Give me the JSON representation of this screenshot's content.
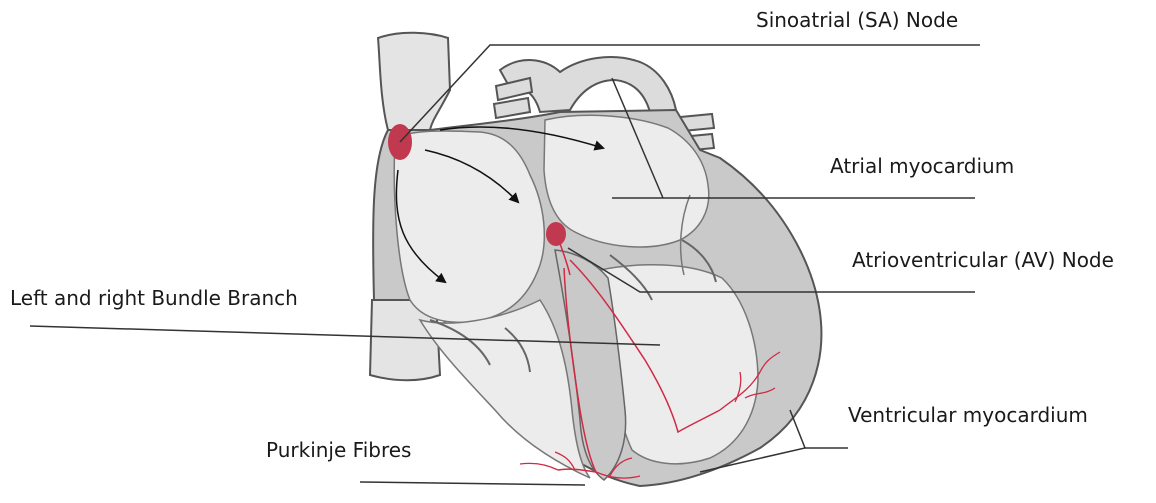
{
  "labels": {
    "sa_node": "Sinoatrial (SA) Node",
    "atrial_myocardium": "Atrial myocardium",
    "av_node": "Atrioventricular (AV) Node",
    "bundle_branch": "Left and right Bundle Branch",
    "ventricular_myocardium": "Ventricular myocardium",
    "purkinje_fibres": "Purkinje Fibres"
  },
  "colors": {
    "node": "#c0394f",
    "conduction": "#d02a45",
    "heart_fill": "#ebebeb",
    "wall_fill": "#c9c9c9",
    "outline": "#555555",
    "leader": "#333333"
  }
}
